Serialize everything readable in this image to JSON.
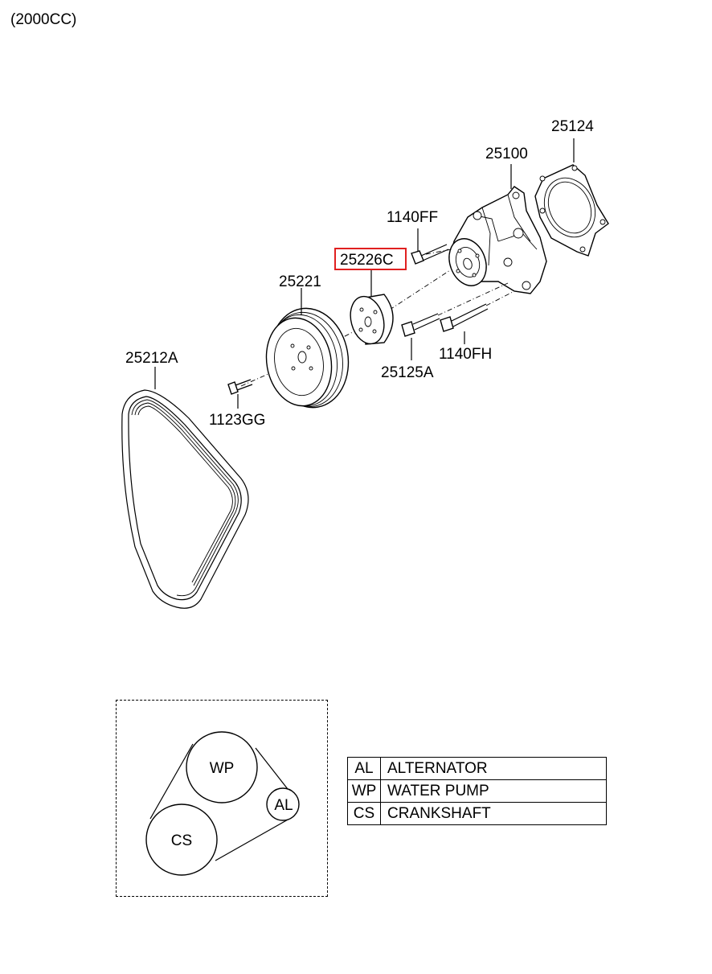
{
  "page": {
    "title": "(2000CC)"
  },
  "parts": {
    "p25124": "25124",
    "p25100": "25100",
    "p1140FF": "1140FF",
    "p25226C": "25226C",
    "p25221": "25221",
    "p25212A": "25212A",
    "p25125A": "25125A",
    "p1140FH": "1140FH",
    "p1123GG": "1123GG"
  },
  "highlight_color": "#e02020",
  "layout": {
    "wp": "WP",
    "cs": "CS",
    "al": "AL"
  },
  "legend": [
    {
      "code": "AL",
      "desc": "ALTERNATOR"
    },
    {
      "code": "WP",
      "desc": "WATER PUMP"
    },
    {
      "code": "CS",
      "desc": "CRANKSHAFT"
    }
  ]
}
